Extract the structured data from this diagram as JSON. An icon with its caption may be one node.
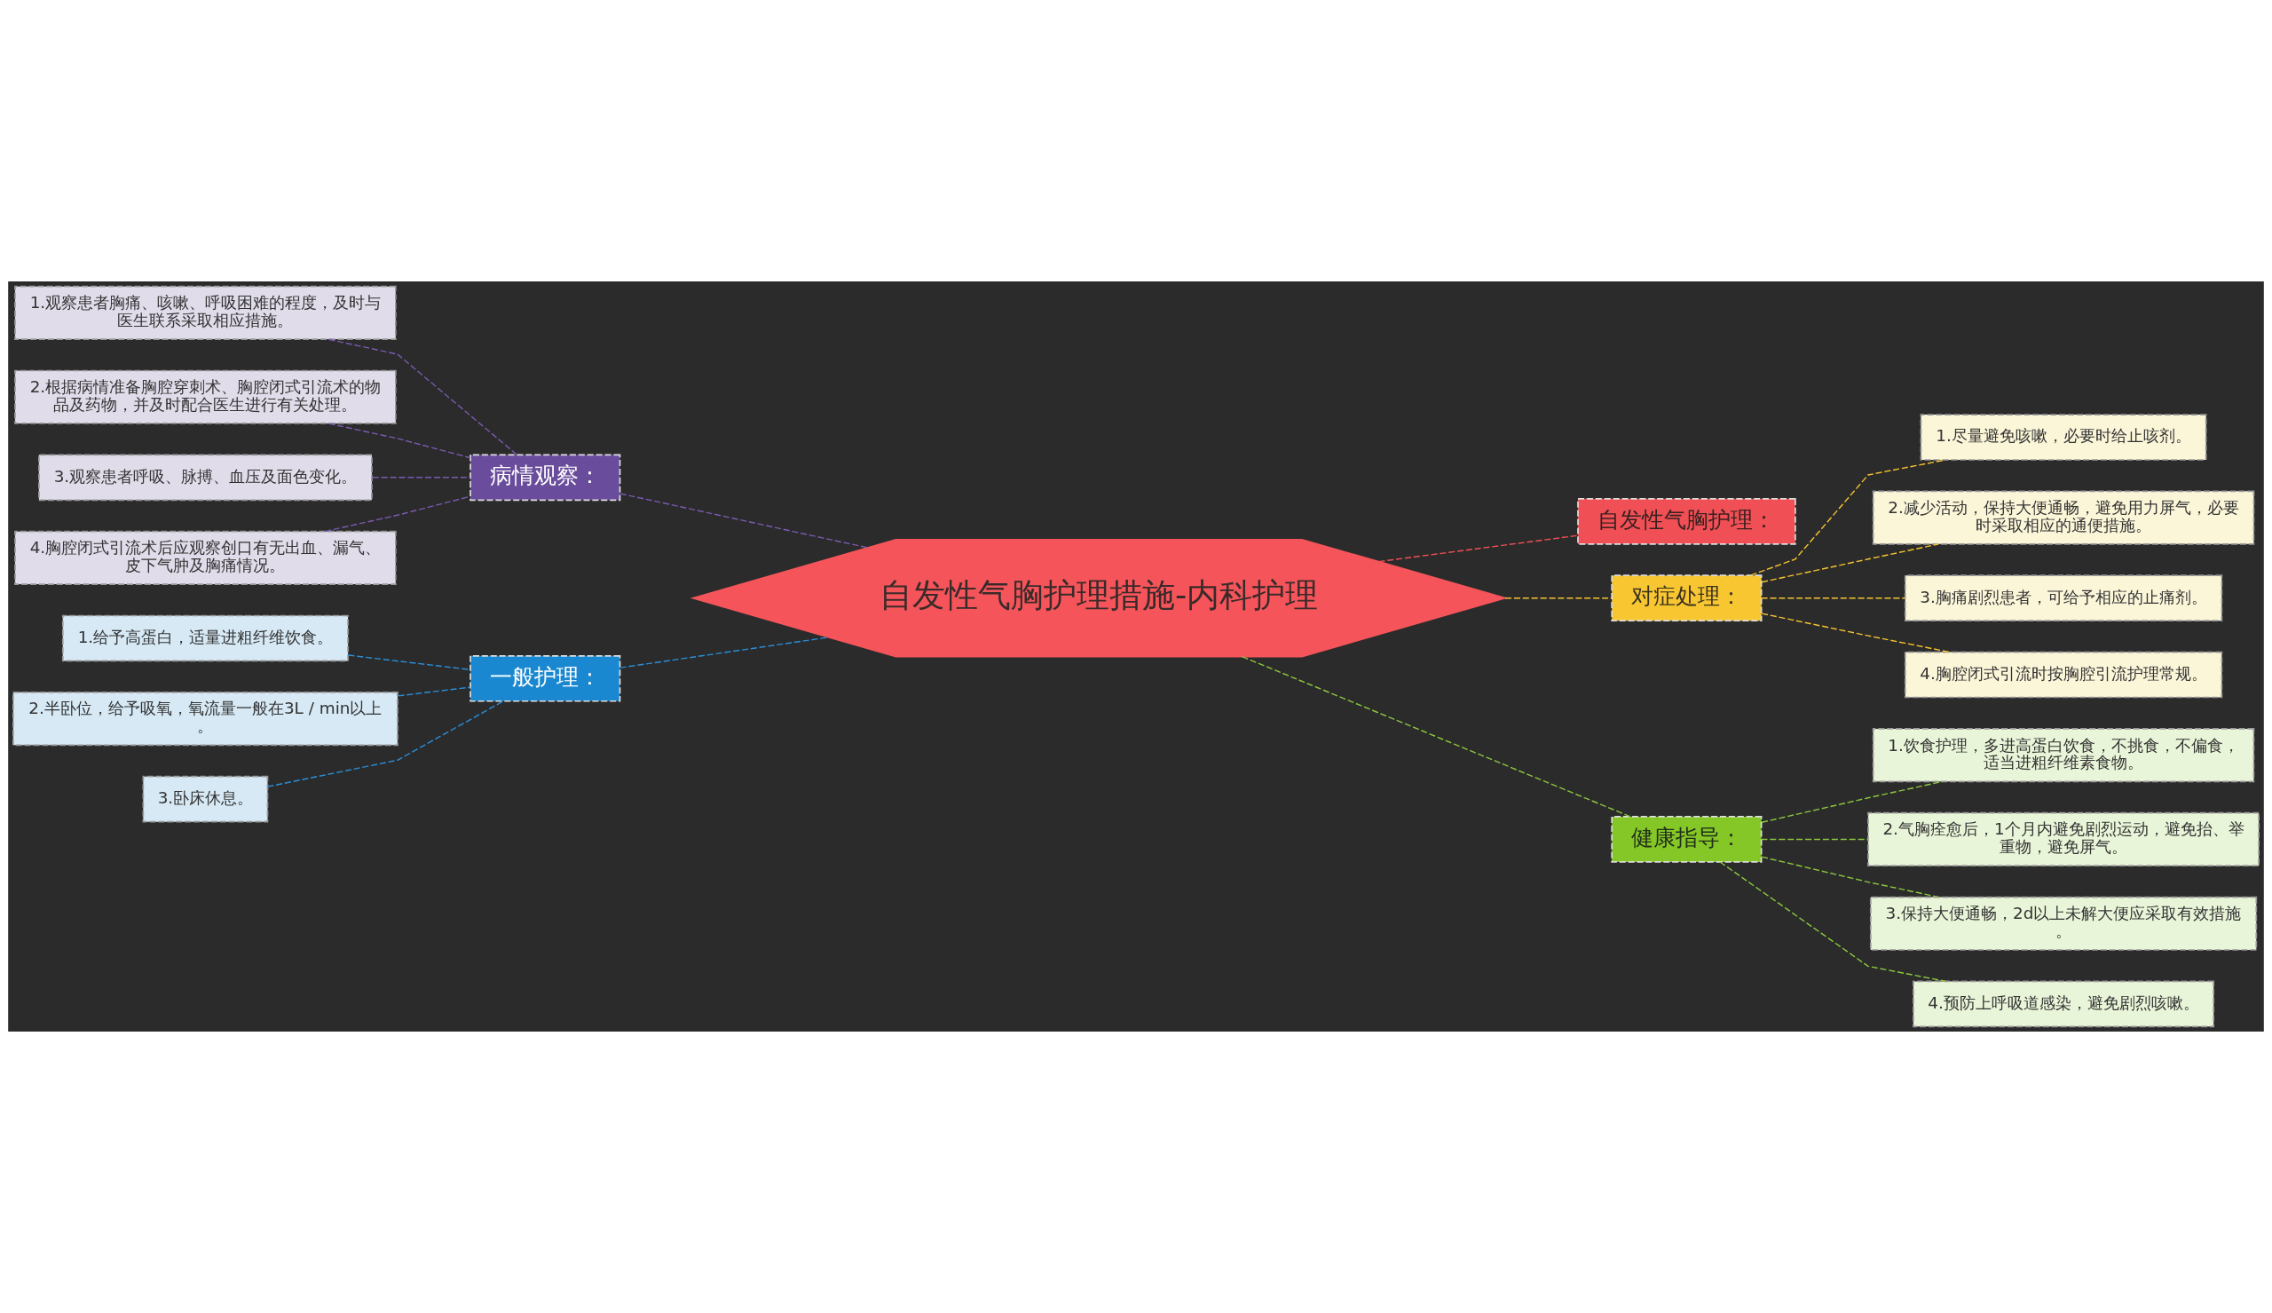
{
  "diagram": {
    "nodes": [
      {
        "text": [
          "自发性气胸护理措施-内科护理"
        ]
      },
      {
        "text": [
          "病情观察："
        ]
      },
      {
        "text": [
          "1.观察患者胸痛、咳嗽、呼吸困难的程度，及时与医生联系采取相应措施。"
        ]
      },
      {
        "text": [
          "2.根据病情准备胸腔穿刺术、胸腔闭式引流术的物品及药物，并及时配合医生进行有关处理。"
        ]
      },
      {
        "text": [
          "3.观察患者呼吸、脉搏、血压及面色变化。"
        ]
      },
      {
        "text": [
          "4.胸腔闭式引流术后应观察创口有无出血、漏气、皮下气肿及胸痛情况。"
        ]
      },
      {
        "text": [
          "一般护理："
        ]
      },
      {
        "text": [
          "1.给予高蛋白，适量进粗纤维饮食。"
        ]
      },
      {
        "text": [
          "2.半卧位，给予吸氧，氧流量一般在3L / min以上。"
        ]
      },
      {
        "text": [
          "3.卧床休息。"
        ]
      },
      {
        "text": [
          "自发性气胸护理："
        ]
      },
      {
        "text": [
          "对症处理："
        ]
      },
      {
        "text": [
          "1.尽量避免咳嗽，必要时给止咳剂。"
        ]
      },
      {
        "text": [
          "2.减少活动，保持大便通畅，避免用力屏气，必要时采取相应的通便措施。"
        ]
      },
      {
        "text": [
          "3.胸痛剧烈患者，可给予相应的止痛剂。"
        ]
      },
      {
        "text": [
          "4.胸腔闭式引流时按胸腔引流护理常规。"
        ]
      },
      {
        "text": [
          "健康指导："
        ]
      },
      {
        "text": [
          "1.饮食护理，多进高蛋白饮食，不挑食，不偏食，适当进粗纤维素食物。"
        ]
      },
      {
        "text": [
          "2.气胸痊愈后，1个月内避免剧烈运动，避免抬、举重物，避免屏气。"
        ]
      },
      {
        "text": [
          "3.保持大便通畅，2d以上未解大便应采取有效措施。"
        ]
      },
      {
        "text": [
          "4.预防上呼吸道感染，避免剧烈咳嗽。"
        ]
      }
    ],
    "edges": [
      {
        "from": 0,
        "to": 1,
        "arrow": "none",
        "style": "dashed",
        "color": "#7a5ab0"
      },
      {
        "from": 1,
        "to": 2,
        "arrow": "none",
        "style": "dashed",
        "color": "#7a5ab0"
      },
      {
        "from": 1,
        "to": 3,
        "arrow": "none",
        "style": "dashed",
        "color": "#7a5ab0"
      },
      {
        "from": 1,
        "to": 4,
        "arrow": "none",
        "style": "dashed",
        "color": "#7a5ab0"
      },
      {
        "from": 1,
        "to": 5,
        "arrow": "none",
        "style": "dashed",
        "color": "#7a5ab0"
      },
      {
        "from": 0,
        "to": 6,
        "arrow": "none",
        "style": "dashed",
        "color": "#2a8fd8"
      },
      {
        "from": 6,
        "to": 7,
        "arrow": "none",
        "style": "dashed",
        "color": "#2a8fd8"
      },
      {
        "from": 6,
        "to": 8,
        "arrow": "none",
        "style": "dashed",
        "color": "#2a8fd8"
      },
      {
        "from": 6,
        "to": 9,
        "arrow": "none",
        "style": "dashed",
        "color": "#2a8fd8"
      },
      {
        "from": 0,
        "to": 10,
        "arrow": "none",
        "style": "dashed",
        "color": "#f05055"
      },
      {
        "from": 0,
        "to": 11,
        "arrow": "none",
        "style": "dashed",
        "color": "#f5c330"
      },
      {
        "from": 11,
        "to": 12,
        "arrow": "none",
        "style": "dashed",
        "color": "#f5c330"
      },
      {
        "from": 11,
        "to": 13,
        "arrow": "none",
        "style": "dashed",
        "color": "#f5c330"
      },
      {
        "from": 11,
        "to": 14,
        "arrow": "none",
        "style": "dashed",
        "color": "#f5c330"
      },
      {
        "from": 11,
        "to": 15,
        "arrow": "none",
        "style": "dashed",
        "color": "#f5c330"
      },
      {
        "from": 0,
        "to": 16,
        "arrow": "none",
        "style": "dashed",
        "color": "#8cc63f"
      },
      {
        "from": 16,
        "to": 17,
        "arrow": "none",
        "style": "dashed",
        "color": "#8cc63f"
      },
      {
        "from": 16,
        "to": 18,
        "arrow": "none",
        "style": "dashed",
        "color": "#8cc63f"
      },
      {
        "from": 16,
        "to": 19,
        "arrow": "none",
        "style": "dashed",
        "color": "#8cc63f"
      },
      {
        "from": 16,
        "to": 20,
        "arrow": "none",
        "style": "dashed",
        "color": "#8cc63f"
      }
    ]
  }
}
